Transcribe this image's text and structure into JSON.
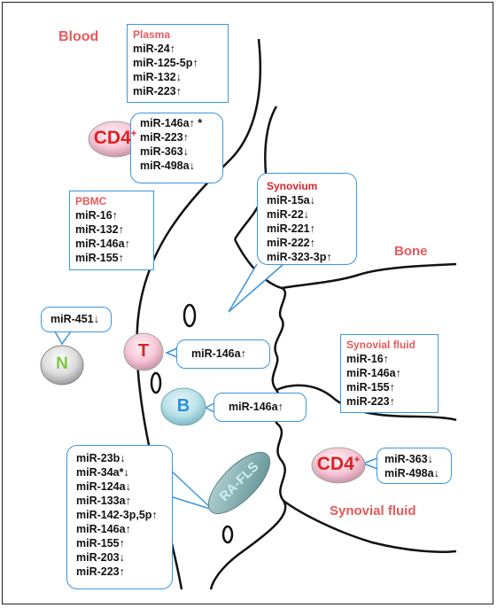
{
  "labels": {
    "blood": "Blood",
    "bone": "Bone",
    "synovial_fluid": "Synovial fluid"
  },
  "plasma": {
    "heading": "Plasma",
    "items": [
      "miR-24↑",
      "miR-125-5p↑",
      "miR-132↓",
      "miR-223↑"
    ]
  },
  "cd4_blood": {
    "cell_label": "CD4",
    "superscript": "+",
    "items": [
      "miR-146a↑ *",
      "miR-223↑",
      "miR-363↓",
      "miR-498a↓"
    ]
  },
  "pbmc": {
    "heading": "PBMC",
    "items": [
      "miR-16↑",
      "miR-132↑",
      "miR-146a↑",
      "miR-155↑"
    ]
  },
  "synovium": {
    "heading": "Synovium",
    "items": [
      "miR-15a↓",
      "miR-22↓",
      "miR-221↑",
      "miR-222↑",
      "miR-323-3p↑"
    ]
  },
  "neutrophil": {
    "cell_label": "N",
    "item": "miR-451↓"
  },
  "t_cell": {
    "cell_label": "T",
    "item": "miR-146a↑"
  },
  "b_cell": {
    "cell_label": "B",
    "item": "miR-146a↑"
  },
  "synovial_fluid_box": {
    "heading": "Synovial fluid",
    "items": [
      "miR-16↑",
      "miR-146a↑",
      "miR-155↑",
      "miR-223↑"
    ]
  },
  "cd4_fluid": {
    "cell_label": "CD4",
    "superscript": "+",
    "items": [
      "miR-363↓",
      "miR-498a↓"
    ]
  },
  "ra_fls": {
    "cell_label": "RA-FLS",
    "items": [
      "miR-23b↓",
      "miR-34a*↓",
      "miR-124a↓",
      "miR-133a↑",
      "miR-142-3p,5p↑",
      "miR-146a↑",
      "miR-155↑",
      "miR-203↓",
      "miR-223↑"
    ]
  },
  "colors": {
    "label_red": "#e8595b",
    "box_border": "#3a96e0",
    "cd4_text": "#e02020",
    "n_text": "#7ac943",
    "t_text": "#e02020",
    "b_text": "#2a8fe0",
    "rafls_text": "#5cc2d8"
  }
}
